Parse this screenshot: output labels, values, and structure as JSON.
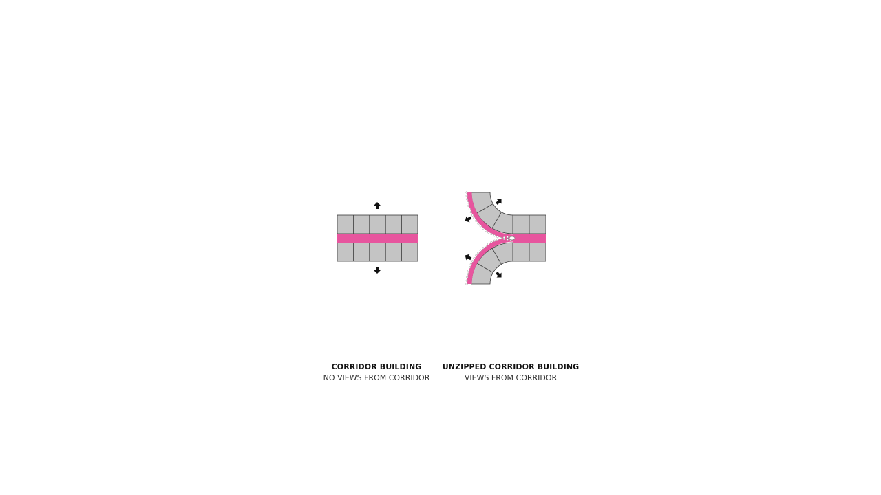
{
  "colors": {
    "room_fill": "#c4c4c4",
    "room_stroke": "#3a3a3a",
    "corridor": "#e7559e",
    "arrow": "#111111",
    "background": "#ffffff"
  },
  "diagrams": [
    {
      "title": "CORRIDOR BUILDING",
      "subtitle": "NO VIEWS FROM CORRIDOR"
    },
    {
      "title": "UNZIPPED CORRIDOR BUILDING",
      "subtitle": "VIEWS FROM CORRIDOR"
    }
  ],
  "icons": [
    "arrow-icon",
    "zipper-pull-icon"
  ]
}
